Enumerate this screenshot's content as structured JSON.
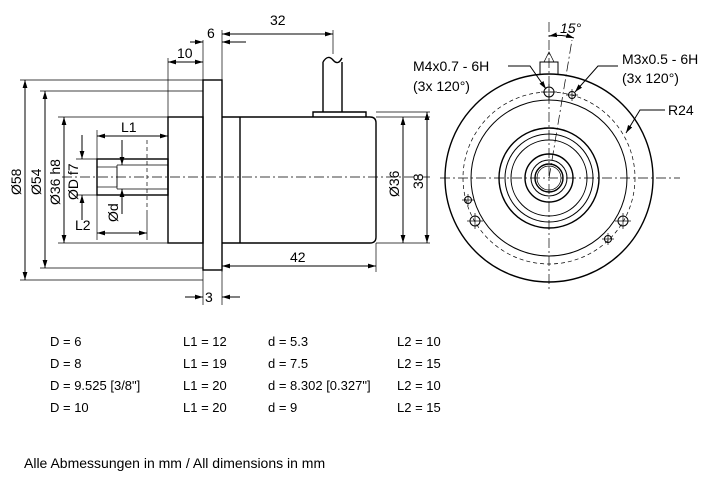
{
  "side_view": {
    "dim_32": "32",
    "dim_10": "10",
    "dim_6": "6",
    "dim_L1": "L1",
    "dim_L2": "L2",
    "dim_42": "42",
    "dim_3": "3",
    "dim_dia58": "Ø58",
    "dim_dia54": "Ø54",
    "dim_dia36h8": "Ø36 h8",
    "dim_diaD_f7": "ØD f7",
    "dim_dia_d": "Ød",
    "dim_dia36": "Ø36",
    "dim_38": "38"
  },
  "front_view": {
    "angle_15": "15°",
    "thread_m4": "M4x0.7 - 6H",
    "thread_m4_count": "(3x 120°)",
    "thread_m3": "M3x0.5 - 6H",
    "thread_m3_count": "(3x 120°)",
    "radius_r24": "R24"
  },
  "dimension_table": [
    {
      "D": "D =   6",
      "L1": "L1 = 12",
      "d": "d =   5.3",
      "L2": "L2 = 10"
    },
    {
      "D": "D =   8",
      "L1": "L1 = 19",
      "d": "d =   7.5",
      "L2": "L2 = 15"
    },
    {
      "D": "D =   9.525 [3/8\"]",
      "L1": "L1 = 20",
      "d": "d =   8.302 [0.327\"]",
      "L2": "L2 = 10"
    },
    {
      "D": "D = 10",
      "L1": "L1 = 20",
      "d": "d =   9",
      "L2": "L2 = 15"
    }
  ],
  "footer_note": "Alle Abmessungen in mm / All dimensions in mm"
}
